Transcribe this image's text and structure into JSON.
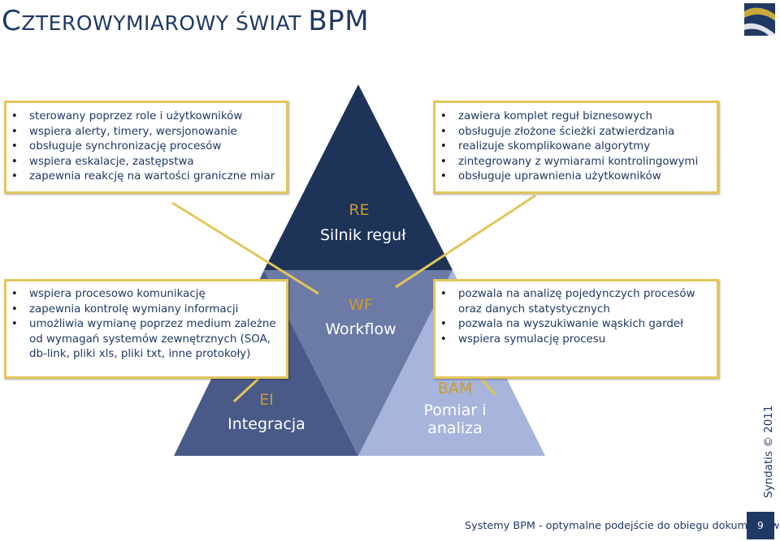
{
  "slide": {
    "title_first": "C",
    "title_rest": "ZTEROWYMIAROWY ŚWIAT ",
    "title_end": "BPM",
    "logo_icon": "s-logo-icon",
    "colors": {
      "navy": "#1f3864",
      "dark_triangle": "#1d3358",
      "mid_triangle": "#4a5a88",
      "purple_triangle": "#6c7aa6",
      "light_triangle": "#a7b5dc",
      "box_border": "#e3c55a",
      "code_text": "#cc9a2e"
    }
  },
  "diagram": {
    "re": {
      "code": "RE",
      "name": "Silnik reguł"
    },
    "wf": {
      "code": "WF",
      "name": "Workflow"
    },
    "ei": {
      "code": "EI",
      "name": "Integracja"
    },
    "bam": {
      "code": "BAM",
      "name_line1": "Pomiar i",
      "name_line2": "analiza"
    }
  },
  "boxes": {
    "top_left": [
      "sterowany poprzez role i użytkowników",
      "wspiera alerty, timery, wersjonowanie",
      "obsługuje synchronizację procesów",
      "wspiera eskalacje, zastępstwa",
      "zapewnia reakcję na wartości graniczne miar"
    ],
    "top_right": [
      "zawiera komplet reguł biznesowych",
      "obsługuje złożone ścieżki zatwierdzania",
      "realizuje skomplikowane algorytmy",
      "zintegrowany z wymiarami kontrolingowymi",
      "obsługuje uprawnienia użytkowników"
    ],
    "mid_left": [
      "wspiera procesowo komunikację",
      "zapewnia kontrolę wymiany informacji",
      "umożliwia wymianę poprzez medium zależne",
      "od wymagań systemów zewnętrznych (SOA,",
      "db-link, pliki xls, pliki txt, inne protokoły)"
    ],
    "mid_right": [
      "pozwala na analizę pojedynczych procesów",
      "oraz danych statystycznych",
      "pozwala na wyszukiwanie wąskich gardeł",
      "wspiera symulację procesu"
    ]
  },
  "footer": {
    "copyright": "Syndatis © 2011",
    "caption": "Systemy BPM - optymalne podejście do obiegu dokumentów",
    "page_number": "9"
  }
}
